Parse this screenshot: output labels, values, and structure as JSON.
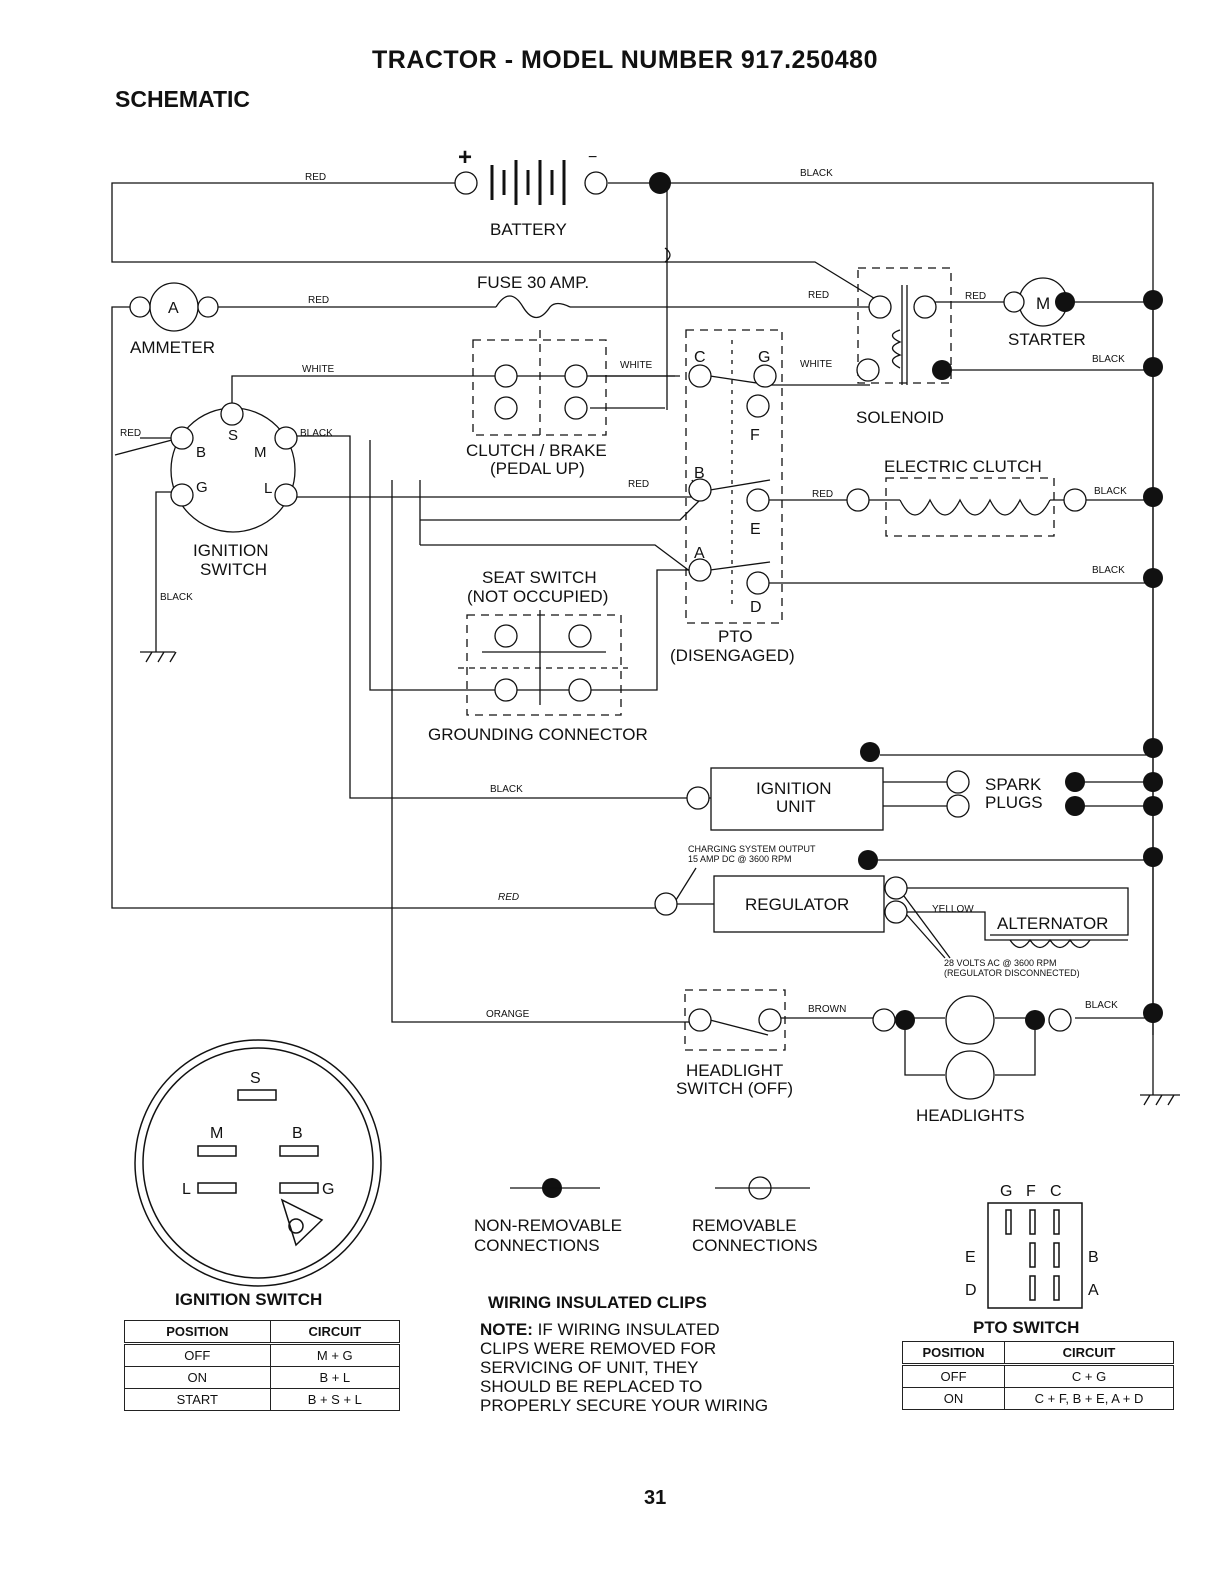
{
  "page": {
    "title": "TRACTOR - MODEL NUMBER 917.250480",
    "section": "SCHEMATIC",
    "page_number": "31"
  },
  "battery": {
    "label": "BATTERY",
    "plus": "+",
    "minus": "−"
  },
  "fuse": {
    "label": "FUSE 30 AMP."
  },
  "ammeter": {
    "label": "AMMETER",
    "symbol": "A"
  },
  "ignition_switch_diagram": {
    "label_line1": "IGNITION",
    "label_line2": "SWITCH",
    "terminals": [
      "B",
      "S",
      "M",
      "G",
      "L"
    ]
  },
  "clutch_brake": {
    "label_line1": "CLUTCH / BRAKE",
    "label_line2": "(PEDAL UP)"
  },
  "seat_switch": {
    "label_line1": "SEAT SWITCH",
    "label_line2": "(NOT OCCUPIED)"
  },
  "grounding_connector": {
    "label": "GROUNDING CONNECTOR"
  },
  "pto": {
    "label_line1": "PTO",
    "label_line2": "(DISENGAGED)",
    "terminals": [
      "C",
      "G",
      "F",
      "B",
      "E",
      "A",
      "D"
    ]
  },
  "solenoid": {
    "label": "SOLENOID"
  },
  "starter": {
    "label": "STARTER",
    "symbol": "M"
  },
  "electric_clutch": {
    "label": "ELECTRIC CLUTCH"
  },
  "ignition_unit": {
    "label_line1": "IGNITION",
    "label_line2": "UNIT"
  },
  "spark_plugs": {
    "label_line1": "SPARK",
    "label_line2": "PLUGS"
  },
  "regulator": {
    "label": "REGULATOR"
  },
  "alternator": {
    "label": "ALTERNATOR"
  },
  "charging_note": {
    "line1": "CHARGING SYSTEM OUTPUT",
    "line2": "15 AMP DC @ 3600 RPM"
  },
  "alternator_note": {
    "line1": "28 VOLTS AC @ 3600 RPM",
    "line2": "(REGULATOR DISCONNECTED)"
  },
  "headlight_switch": {
    "label_line1": "HEADLIGHT",
    "label_line2": "SWITCH (OFF)"
  },
  "headlights": {
    "label": "HEADLIGHTS"
  },
  "wires": {
    "red": "RED",
    "black": "BLACK",
    "white": "WHITE",
    "yellow": "YELLOW",
    "orange": "ORANGE",
    "brown": "BROWN"
  },
  "face": {
    "terminals": [
      "S",
      "M",
      "B",
      "L",
      "G"
    ]
  },
  "legend": {
    "nonremovable_line1": "NON-REMOVABLE",
    "nonremovable_line2": "CONNECTIONS",
    "removable_line1": "REMOVABLE",
    "removable_line2": "CONNECTIONS"
  },
  "ignition_table": {
    "caption": "IGNITION SWITCH",
    "headers": [
      "POSITION",
      "CIRCUIT"
    ],
    "rows": [
      [
        "OFF",
        "M + G"
      ],
      [
        "ON",
        "B + L"
      ],
      [
        "START",
        "B + S + L"
      ]
    ]
  },
  "clips_note": {
    "heading": "WIRING INSULATED CLIPS",
    "note_label": "NOTE:",
    "line1": "IF WIRING INSULATED",
    "line2": "CLIPS WERE REMOVED FOR",
    "line3": "SERVICING OF UNIT, THEY",
    "line4": "SHOULD BE REPLACED TO",
    "line5": "PROPERLY SECURE YOUR WIRING"
  },
  "pto_face": {
    "top_labels": [
      "G",
      "F",
      "C"
    ],
    "left_labels": [
      "E",
      "D"
    ],
    "right_labels": [
      "B",
      "A"
    ]
  },
  "pto_table": {
    "caption": "PTO SWITCH",
    "headers": [
      "POSITION",
      "CIRCUIT"
    ],
    "rows": [
      [
        "OFF",
        "C + G"
      ],
      [
        "ON",
        "C + F, B + E, A + D"
      ]
    ]
  },
  "colors": {
    "ink": "#111111",
    "paper": "#ffffff"
  }
}
